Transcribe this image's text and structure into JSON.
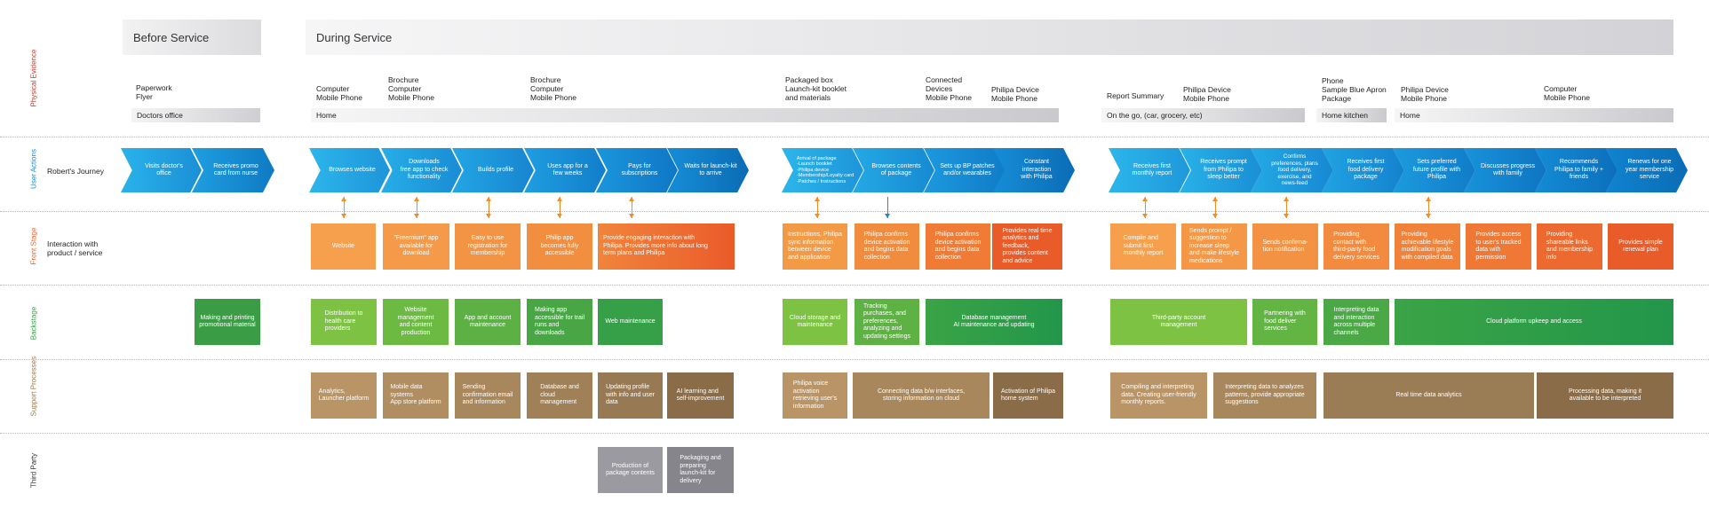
{
  "phases": {
    "before": "Before Service",
    "during": "During Service"
  },
  "row_labels": {
    "physical_evidence": "Physical Evidence",
    "user_actions": "User Actions",
    "front_stage": "Front Stage",
    "backstage": "Backstage",
    "support_processes": "Support Processes",
    "third_party": "Third Party"
  },
  "row_titles": {
    "journey": "Robert's Journey",
    "interaction": "Interaction with\nproduct / service"
  },
  "evidence": [
    "Paperwork\nFlyer",
    "Computer\nMobile Phone",
    "Brochure\nComputer\nMobile Phone",
    "Brochure\nComputer\nMobile Phone",
    "Packaged box\nLaunch-kit booklet\nand materials",
    "Connected\nDevices\nMobile Phone",
    "Philipa Device\nMobile Phone",
    "Report Summary",
    "Philipa Device\nMobile Phone",
    "Phone\nSample Blue Apron\nPackage",
    "Philipa Device\nMobile Phone",
    "Computer\nMobile Phone"
  ],
  "locations": [
    "Doctors office",
    "Home",
    "On the go, (car, grocery, etc)",
    "Home kitchen",
    "Home"
  ],
  "journey": [
    "Visits doctor's\noffice",
    "Receives promo\ncard from nurse",
    "Browses website",
    "Downloads\nfree app to check\nfunctionality",
    "Builds profile",
    "Uses app for a\nfew weeks",
    "Pays for\nsubscriptions",
    "Waits for launch-kit\nto arrive",
    "Arrival of package\n-Launch booklet\n-Philipa device\n-Membership/Loyalty card\n-Patches / Instructions",
    "Browses contents\nof package",
    "Sets up BP patches\nand/or wearables",
    "Constant\ninteraction\nwith Philipa",
    "Receives first\nmonthly report",
    "Receives prompt\nfrom Philipa to\nsleep better",
    "Confirms\npreferences, plans\nfood delivery,\nexercise, and\nnews-feed",
    "Receives first\nfood delivery\npackage",
    "Sets preferred\nfuture profile with\nPhilipa",
    "Discusses progress\nwith family",
    "Recommends\nPhilipa to family +\nfriends",
    "Renews for one\nyear membership\nservice"
  ],
  "front_stage": [
    "Website",
    "\"Freemium\" app\navailable for\ndownload",
    "Easy to use\nregistration for\nmembership",
    "Philip app\nbecomes fully\naccessible",
    "Provide engaging interaction with\nPhilipa. Provides more info about long\nterm plans and Philipa",
    "Instructions, Philipa\nsync information\nbetween device\nand application",
    "Philipa confirms\ndevice activation\nand begins data\ncollection",
    "Philipa confirms\ndevice activation\nand begins data\ncollection",
    "Provides real time\nanalytics and\nfeedback,\nprovides content\nand advice",
    "Compile and\nsubmit first\nmonthly report",
    "Sends prompt /\nsuggestion to\nincrease sleep\nand make lifestyle\nmedications",
    "Sends confirma-\ntion notification",
    "Providing\ncontact with\nthird-party food\ndelivery services",
    "Providing\nachievable lifestyle\nmodification goals\nwith compiled data",
    "Provides access\nto user's tracked\ndata with\npermission",
    "Providing\nshareable links\nand membership\ninfo",
    "Provides simple\nrenewal plan"
  ],
  "backstage": [
    "Making and printing\npromotional material",
    "Distribution to\nhealth care\nproviders",
    "Website\nmanagement\nand content\nproduction",
    "App and account\nmaintenance",
    "Making app\naccessible for trail\nruns and\ndownloads",
    "Web maintenance",
    "Cloud storage and\nmaintenance",
    "Tracking\npurchases, and\npreferences,\nanalyzing and\nupdating settings",
    "Database management\nAI maintenance and updating",
    "Third-party account\nmanagement",
    "Partnering with\nfood deliver\nservices",
    "Interpreting data\nand interaction\nacross multiple\nchannels",
    "Cloud platform upkeep and access"
  ],
  "support": [
    "Analytics,\nLauncher platform",
    "Mobile data\nsystems\nApp store platform",
    "Sending\nconfirmation email\nand information",
    "Database and\ncloud\nmanagement",
    "Updating profile\nwith info and user\ndata",
    "AI learning and\nself-improvement",
    "Philipa voice\nactivation\nretrieving user's\ninformation",
    "Connecting data b/w interfaces,\nstoring information on cloud",
    "Activation of Philipa\nhome system",
    "Compiling and interpreting\ndata. Creating user-friendly\nmonthly reports.",
    "Interpreting data to analyzes\npatterns, provide appropriate\nsuggestions",
    "Real time data analytics",
    "Processing data, making it\navailable to be interpreted"
  ],
  "third_party": [
    "Production of\npackage contents",
    "Packaging and\npreparing\nlaunch-kit for\ndelivery"
  ],
  "colors": {
    "row_label_physical": "#c0392b",
    "row_label_user": "#1e88d0",
    "row_label_front": "#e8632a",
    "row_label_back": "#3aa44a",
    "row_label_support": "#a0794e",
    "row_label_third": "#333333",
    "journey_light": "#29b3ea",
    "journey_dark": "#0b6cb5",
    "front_light": "#f6a04d",
    "front_dark": "#ea5b2a",
    "back_light": "#7dc242",
    "back_dark": "#23964a",
    "support_light": "#b89466",
    "support_dark": "#8b6c48",
    "third": "#8e8e93",
    "arrow_orange": "#f28c28",
    "arrow_blue": "#1e88d0"
  }
}
